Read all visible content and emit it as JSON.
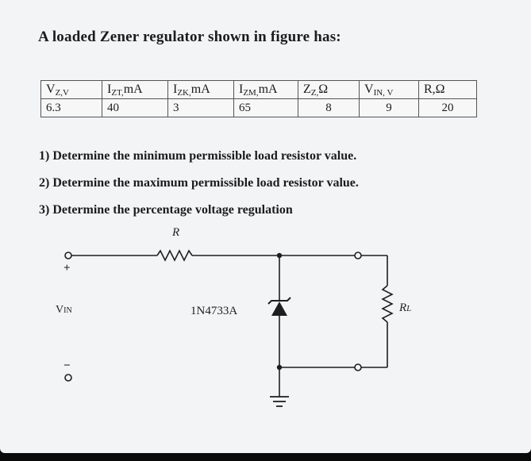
{
  "question": "A loaded Zener regulator shown in figure has:",
  "table": {
    "headers": [
      {
        "main": "V",
        "sub": "Z,V"
      },
      {
        "main": "I",
        "sub": "ZT,",
        "tail": "mA"
      },
      {
        "main": "I",
        "sub": "ZK,",
        "tail": "mA"
      },
      {
        "main": "I",
        "sub": "ZM,",
        "tail": "mA"
      },
      {
        "main": "Z",
        "sub": "Z,",
        "tail": "Ω"
      },
      {
        "main": "V",
        "sub": "IN, V"
      },
      {
        "main": "R,Ω"
      }
    ],
    "values": [
      "6.3",
      "40",
      "3",
      "65",
      "8",
      "9",
      "20"
    ]
  },
  "tasks": [
    "1) Determine the minimum permissible load resistor value.",
    "2) Determine the maximum permissible load resistor value.",
    "3) Determine the percentage voltage regulation"
  ],
  "circuit": {
    "resistor_label": "R",
    "vin_main": "V",
    "vin_sub": "IN",
    "zener_label": "1N4733A",
    "load_main": "R",
    "load_sub": "L",
    "plus": "+",
    "minus": "−"
  }
}
